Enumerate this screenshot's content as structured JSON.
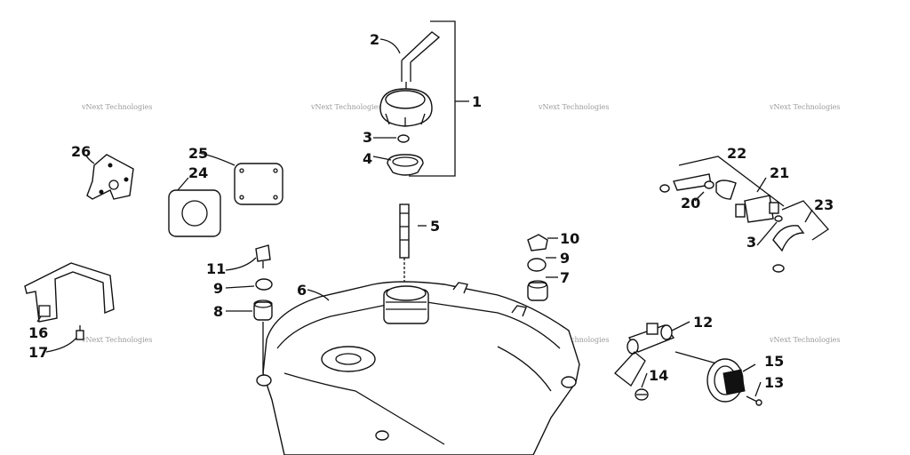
{
  "watermark": "vNext Technologies",
  "callouts": {
    "c1": "1",
    "c2": "2",
    "c3a": "3",
    "c3b": "3",
    "c4": "4",
    "c5": "5",
    "c6": "6",
    "c7": "7",
    "c8": "8",
    "c9a": "9",
    "c9b": "9",
    "c10": "10",
    "c11": "11",
    "c12": "12",
    "c13": "13",
    "c14": "14",
    "c15": "15",
    "c16": "16",
    "c17": "17",
    "c20": "20",
    "c21": "21",
    "c22": "22",
    "c23": "23",
    "c24": "24",
    "c25": "25",
    "c26": "26"
  }
}
